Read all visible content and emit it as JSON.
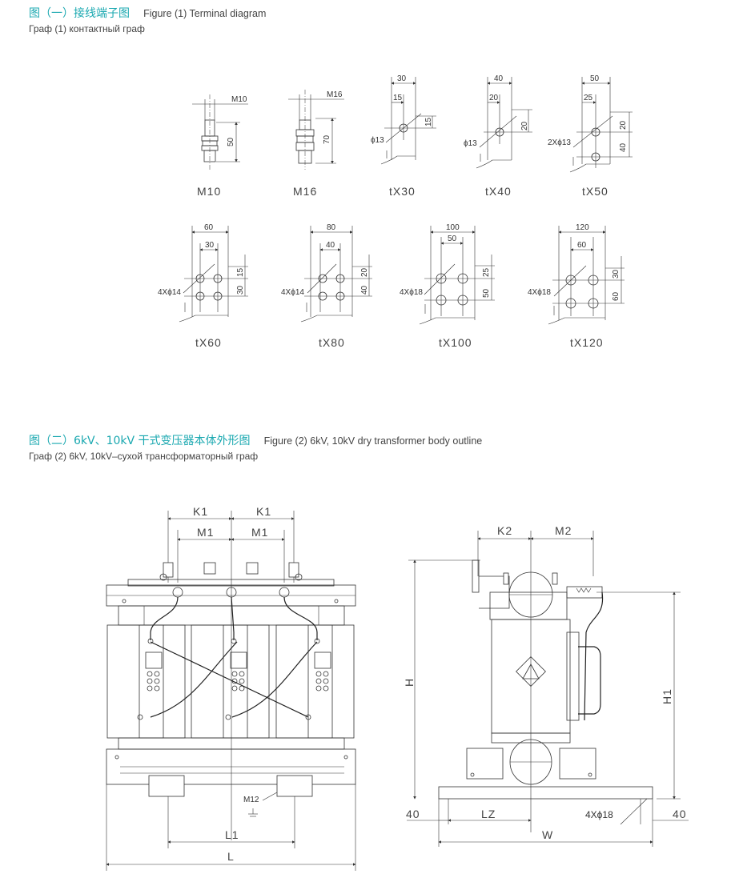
{
  "figure1": {
    "title_cn": "图（一）接线端子图",
    "title_en": "Figure (1) Terminal diagram",
    "title_ru": "Граф (1) контактный граф",
    "terminals": [
      {
        "label": "M10",
        "dims": [
          "M10",
          "50"
        ]
      },
      {
        "label": "M16",
        "dims": [
          "M16",
          "70"
        ]
      },
      {
        "label": "tX30",
        "dims": [
          "30",
          "15",
          "15",
          "ϕ13"
        ]
      },
      {
        "label": "tX40",
        "dims": [
          "40",
          "20",
          "20",
          "ϕ13"
        ]
      },
      {
        "label": "tX50",
        "dims": [
          "50",
          "25",
          "20",
          "40",
          "2Xϕ13"
        ]
      },
      {
        "label": "tX60",
        "dims": [
          "60",
          "30",
          "15",
          "30",
          "4Xϕ14"
        ]
      },
      {
        "label": "tX80",
        "dims": [
          "80",
          "40",
          "20",
          "40",
          "4Xϕ14"
        ]
      },
      {
        "label": "tX100",
        "dims": [
          "100",
          "50",
          "25",
          "50",
          "4Xϕ18"
        ]
      },
      {
        "label": "tX120",
        "dims": [
          "120",
          "60",
          "30",
          "60",
          "4Xϕ18"
        ]
      }
    ]
  },
  "figure2": {
    "title_cn": "图（二）6kV、10kV 干式变压器本体外形图",
    "title_en": "Figure (2) 6kV, 10kV dry transformer body outline",
    "title_ru": "Граф (2) 6kV, 10kV–сухой трансформаторный граф",
    "front_view": {
      "k1": "K1",
      "m1": "M1",
      "l1": "L1",
      "l": "L",
      "m12": "M12"
    },
    "side_view": {
      "k2": "K2",
      "m2": "M2",
      "h": "H",
      "h1": "H1",
      "lz": "LZ",
      "w": "W",
      "edge_left": "40",
      "edge_right": "40",
      "holes": "4Xϕ18"
    }
  },
  "colors": {
    "accent": "#1aa8b0",
    "line": "#333333"
  }
}
